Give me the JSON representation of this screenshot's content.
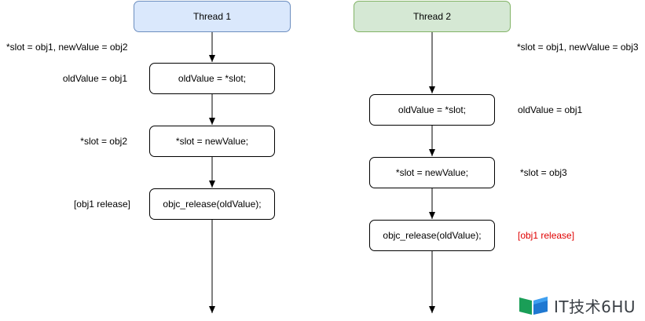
{
  "thread1": {
    "header": "Thread 1",
    "steps": [
      "oldValue = *slot;",
      "*slot = newValue;",
      "objc_release(oldValue);"
    ],
    "notes": {
      "init": "*slot = obj1, newValue = obj2",
      "step1": "oldValue = obj1",
      "step2": "*slot = obj2",
      "step3": "[obj1 release]"
    }
  },
  "thread2": {
    "header": "Thread 2",
    "steps": [
      "oldValue = *slot;",
      "*slot = newValue;",
      "objc_release(oldValue);"
    ],
    "notes": {
      "init": "*slot = obj1, newValue = obj3",
      "step1": "oldValue = obj1",
      "step2": "*slot = obj3",
      "step3": "[obj1 release]"
    }
  },
  "colors": {
    "thread1_fill": "#dae8fc",
    "thread1_stroke": "#6c8ebf",
    "thread2_fill": "#d5e8d4",
    "thread2_stroke": "#82b366",
    "highlight": "#e00000"
  },
  "watermark": {
    "text": "IT技术6HU",
    "icon": "book-logo-icon"
  }
}
